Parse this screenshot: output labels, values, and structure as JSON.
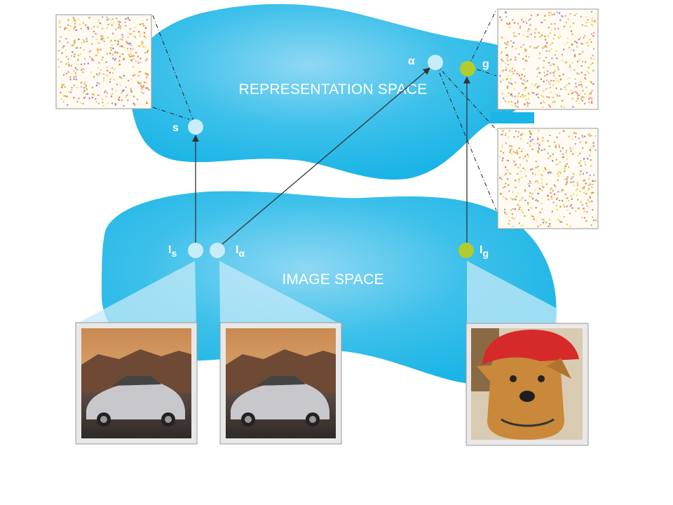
{
  "labels": {
    "representation_space": "REPRESENTATION SPACE",
    "image_space": "IMAGE SPACE",
    "s": "s",
    "alpha": "α",
    "g": "g",
    "i_s": "I",
    "i_s_sub": "s",
    "i_alpha": "I",
    "i_alpha_sub": "α",
    "i_g": "I",
    "i_g_sub": "g"
  },
  "colors": {
    "blob": "#1ab4e6",
    "blob_light": "#8fd8f4",
    "wedge": "#c6e9f7",
    "node_pale": "#c9ecf9",
    "node_green": "#b2cc2e",
    "arrow": "#333333",
    "noise": [
      "#f2c23c",
      "#e39a3b",
      "#e07a48",
      "#c99a2c",
      "#d66a6a",
      "#8f6fd0",
      "#f0d65a"
    ]
  },
  "images": [
    {
      "name": "car-photo-original",
      "content": "silver convertible sports car in desert"
    },
    {
      "name": "car-photo-adversarial",
      "content": "silver convertible sports car in desert"
    },
    {
      "name": "dog-photo-guide",
      "content": "dog wearing red cap"
    }
  ],
  "noise_patches": [
    "noise-patch-s",
    "noise-patch-g",
    "noise-patch-alpha"
  ]
}
